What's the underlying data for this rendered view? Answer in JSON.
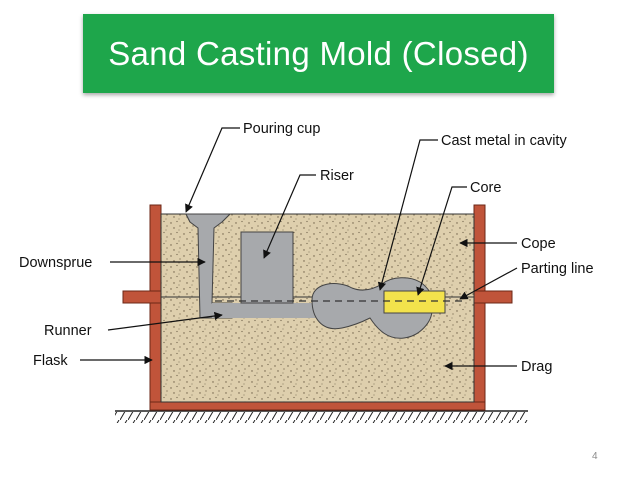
{
  "slide": {
    "title": "Sand Casting Mold (Closed)",
    "page_number": "4"
  },
  "colors": {
    "title_bg": "#1ea64b",
    "title_text": "#ffffff",
    "sand": "#decfad",
    "flask": "#c0543a",
    "cavity_metal": "#a7a9ac",
    "core": "#f3e24c"
  },
  "labels": {
    "pouring_cup": "Pouring cup",
    "riser": "Riser",
    "cast_metal": "Cast metal in cavity",
    "core": "Core",
    "downsprue": "Downsprue",
    "cope": "Cope",
    "parting_line": "Parting line",
    "runner": "Runner",
    "flask": "Flask",
    "drag": "Drag"
  }
}
